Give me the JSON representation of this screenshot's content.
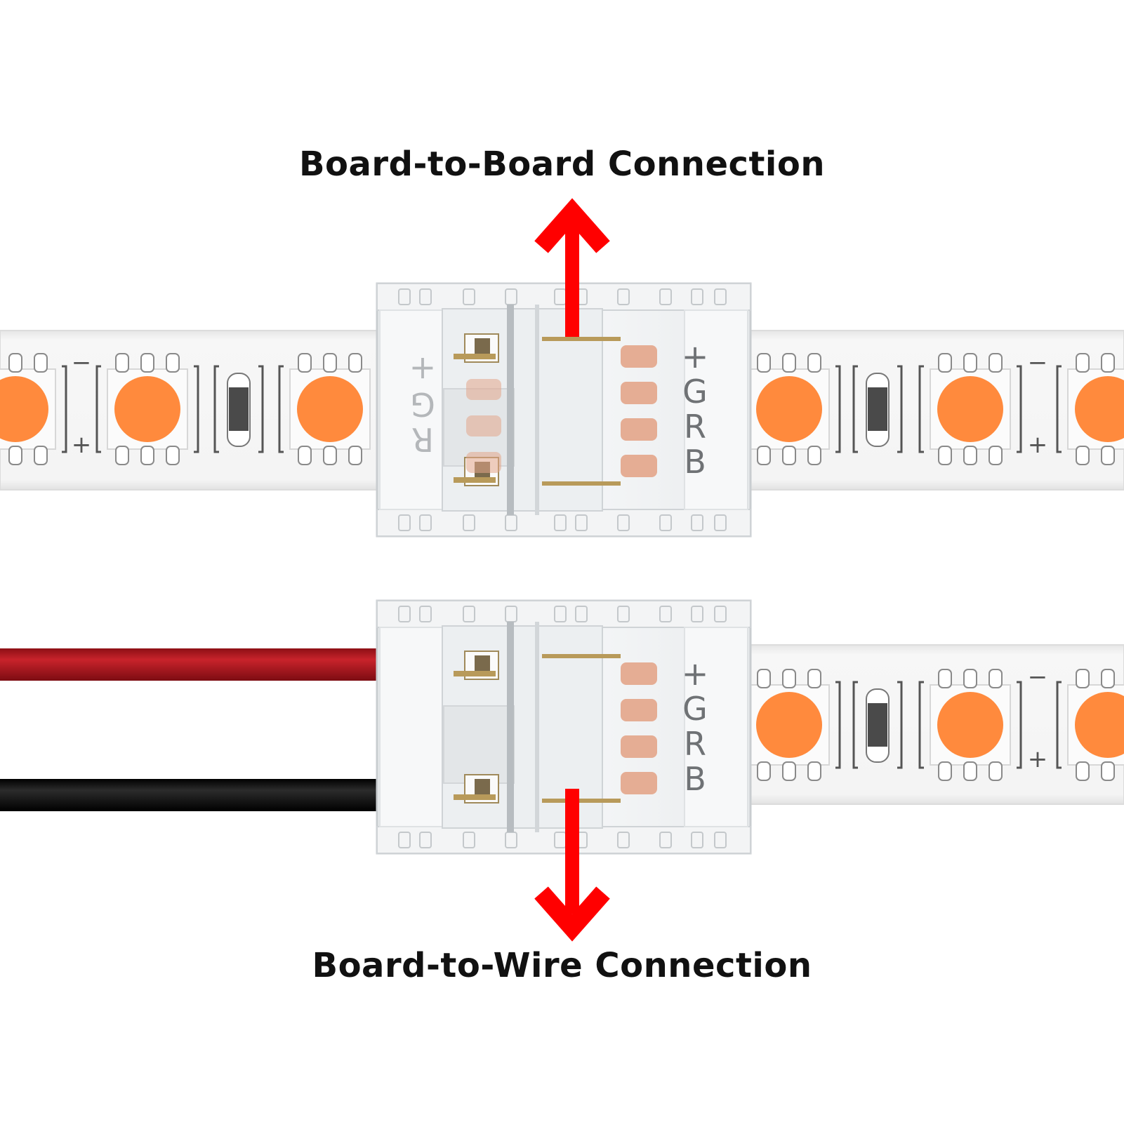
{
  "captions": {
    "top": "Board-to-Board Connection",
    "bottom": "Board-to-Wire Connection"
  },
  "strip": {
    "polarity_plus": "+",
    "polarity_minus": "−",
    "pad_labels": [
      "+",
      "G",
      "R",
      "B"
    ]
  },
  "colors": {
    "arrow": "#ff0000",
    "led": "#ff8a3d",
    "strip": "#f3f3f3",
    "connector": "#eef0f1",
    "wire_positive": "#b0161e",
    "wire_negative": "#0a0a0a",
    "contact_gold": "#b89a5a",
    "pad_copper": "#e3a58a"
  },
  "icons": {
    "arrow_up": "arrow-up-icon",
    "arrow_down": "arrow-down-icon"
  }
}
